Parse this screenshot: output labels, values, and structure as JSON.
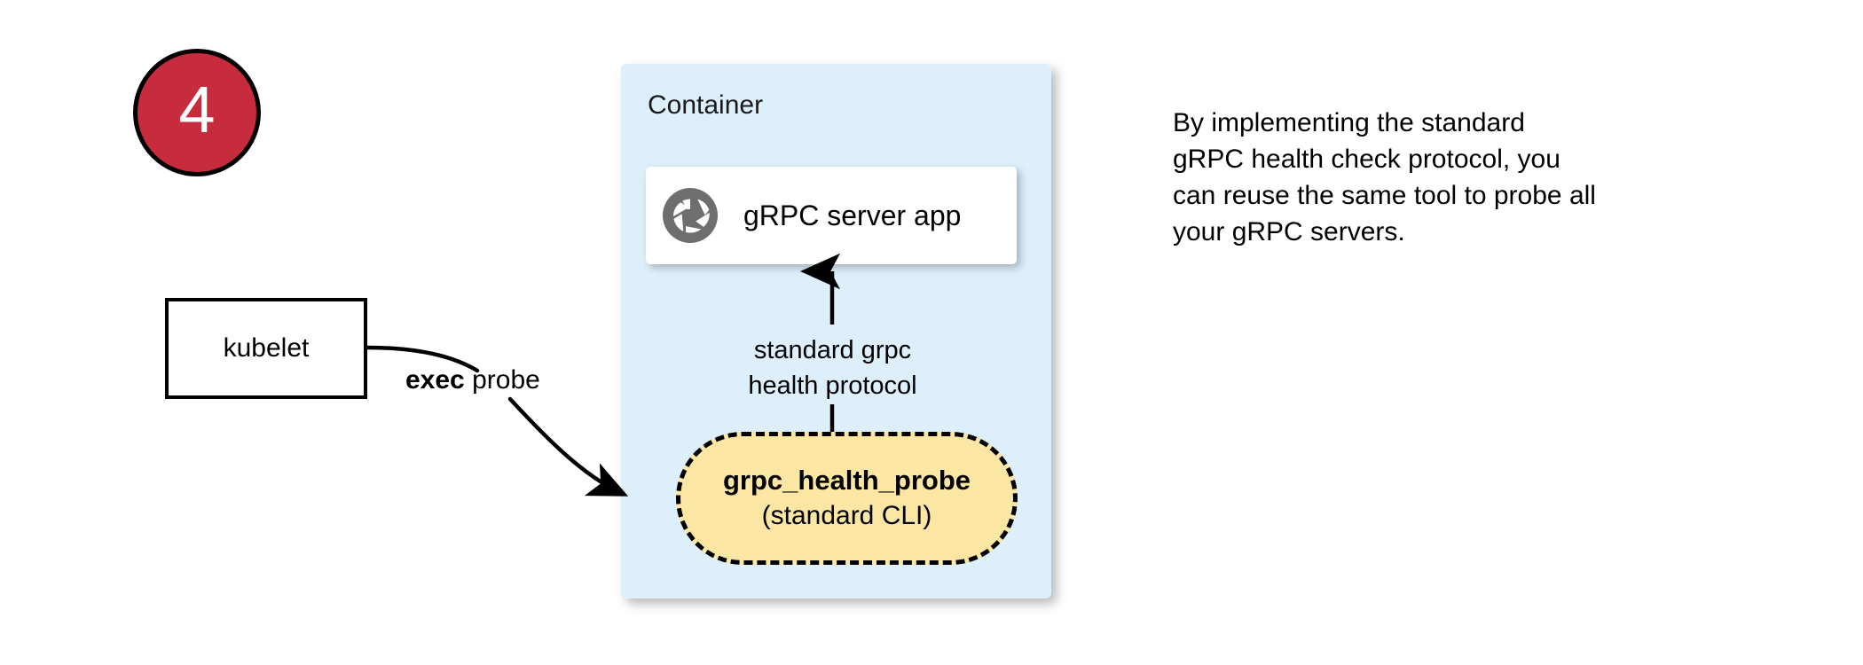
{
  "diagram": {
    "step_badge": {
      "number": "4"
    },
    "kubelet": {
      "label": "kubelet"
    },
    "exec_probe_edge": {
      "bold_word": "exec",
      "rest": " probe"
    },
    "container": {
      "title": "Container",
      "fill_color": "#DDEFFB"
    },
    "grpc_server_card": {
      "label": "gRPC server app",
      "icon": "grpc-aperture-icon",
      "icon_color": "#6E6E6E"
    },
    "protocol_edge": {
      "line1": "standard grpc",
      "line2": "health protocol"
    },
    "health_probe": {
      "title": "grpc_health_probe",
      "subtitle": "(standard CLI)",
      "fill_color": "#FCE6A4",
      "border_style": "dashed"
    },
    "side_note": {
      "line1": "By implementing the standard",
      "line2": "gRPC health check protocol, you",
      "line3": "can reuse the same tool to probe all",
      "line4": "your gRPC servers."
    },
    "colors": {
      "badge_red": "#C62B3E",
      "container_blue": "#DDEFFB",
      "probe_yellow": "#FCE6A4",
      "stroke_black": "#000000"
    }
  }
}
